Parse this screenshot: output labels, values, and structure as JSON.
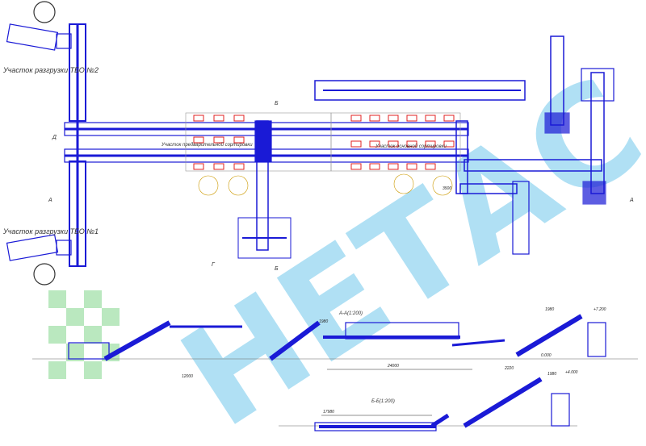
{
  "labels": {
    "unload2": "Участок разгрузки ТБО №2",
    "unload1": "Участок разгрузки ТБО №1",
    "presort": "Участок предварительной сортировки",
    "mainsort": "Участок основной сортировки",
    "section_aa": "А-А(1:200)",
    "section_bb": "Б-Б(1:200)"
  },
  "dimensions": {
    "d24000": "24000",
    "d12000": "12000",
    "d1980a": "1980",
    "d1980b": "1980",
    "d1980c": "1980",
    "d2220": "2220",
    "d2000": "0.000",
    "d7200": "+7.200",
    "d4000": "+4.000",
    "d17980": "17980",
    "d3500": "3500"
  },
  "markers": {
    "a": "А",
    "b": "Б",
    "d": "Д",
    "g": "Г"
  },
  "watermark": "НЕТАС",
  "colors": {
    "line": "#1a1ad6",
    "accent_red": "#e02020",
    "watermark": "#1fa9e0",
    "watermark_green": "#3cc04a"
  }
}
